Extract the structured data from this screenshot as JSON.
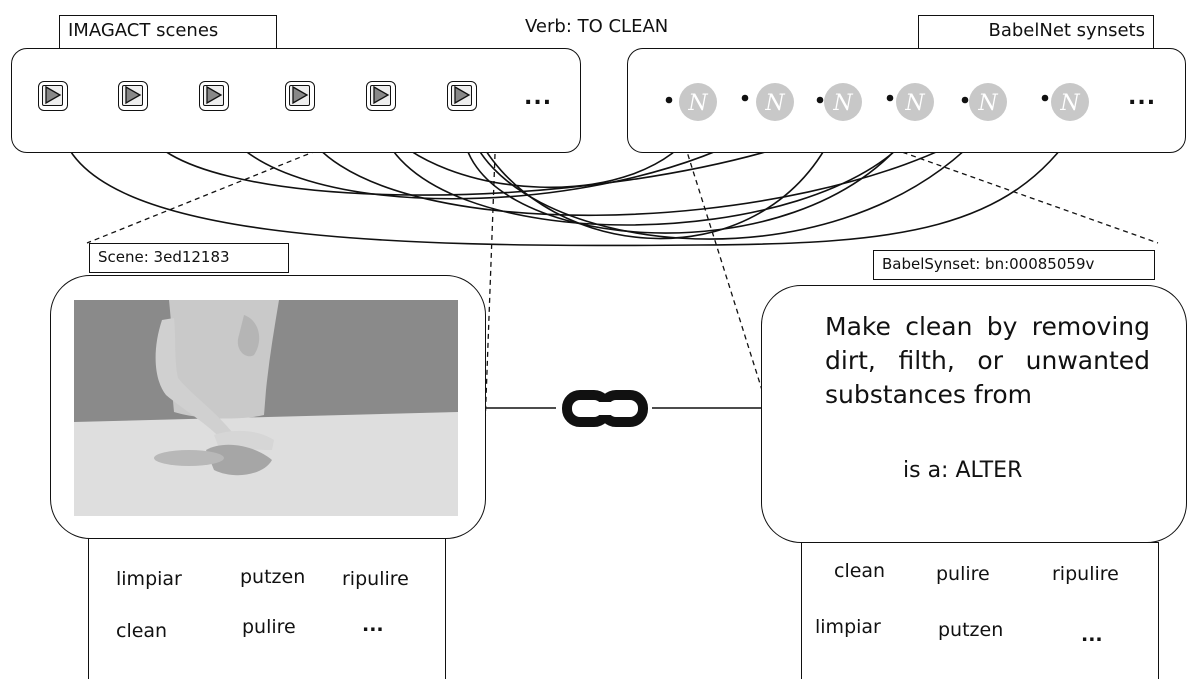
{
  "verb_label": "Verb: TO CLEAN",
  "imagact": {
    "title": "IMAGACT scenes",
    "ellipsis": "...",
    "scene_count": 6
  },
  "babelnet": {
    "title": "BabelNet synsets",
    "ellipsis": "...",
    "synset_count": 6,
    "icon_letter": "N"
  },
  "scene_card": {
    "title": "Scene: 3ed12183",
    "words": [
      "limpiar",
      "putzen",
      "ripulire",
      "clean",
      "pulire",
      "..."
    ]
  },
  "synset_card": {
    "title": "BabelSynset: bn:00085059v",
    "gloss": "Make clean by removing dirt, filth, or unwanted substances from",
    "isa": "is a: ALTER",
    "words": [
      "clean",
      "pulire",
      "ripulire",
      "limpiar",
      "putzen",
      "..."
    ]
  },
  "colors": {
    "line": "#111111",
    "bn_icon": "#c8c8c8",
    "scene_sky": "#8a8a8a",
    "scene_floor": "#dedede"
  }
}
